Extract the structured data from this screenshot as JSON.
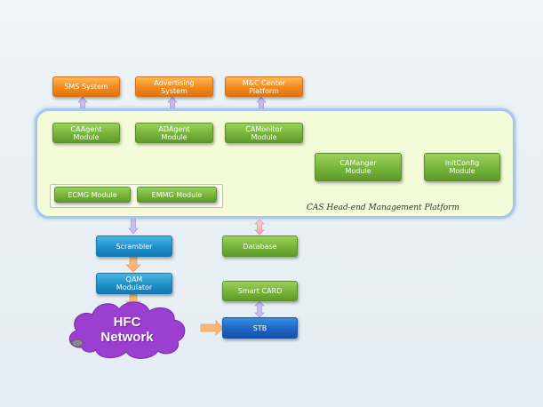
{
  "top_systems": {
    "sms": "SMS System",
    "advertising": "Advertising\nSystem",
    "mc_center": "M&C Center\nPlatform"
  },
  "platform": {
    "label": "CAS Head-end Management Platform",
    "ca_agent": "CAAgent\nModule",
    "ad_agent": "ADAgent\nModule",
    "ca_monitor": "CAMonitor\nModule",
    "ca_manger": "CAManger\nModule",
    "init_config": "InitConfig\nModule",
    "ecmg": "ECMG Module",
    "emmg": "EMMG Module"
  },
  "below": {
    "scrambler": "Scrambler",
    "database": "Database",
    "qam": "QAM\nModulator",
    "smart_card": "Smart CARD",
    "stb": "STB",
    "hfc": "HFC\nNetwork"
  },
  "colors": {
    "orange": "#f08a1c",
    "green": "#76b33a",
    "blue": "#1f8fc9",
    "navy": "#1d64c2",
    "cloud": "#9b3fd0",
    "arrow_pink": "#f3b9c4",
    "arrow_purple": "#c7b8ef",
    "arrow_orange": "#f7b277"
  }
}
